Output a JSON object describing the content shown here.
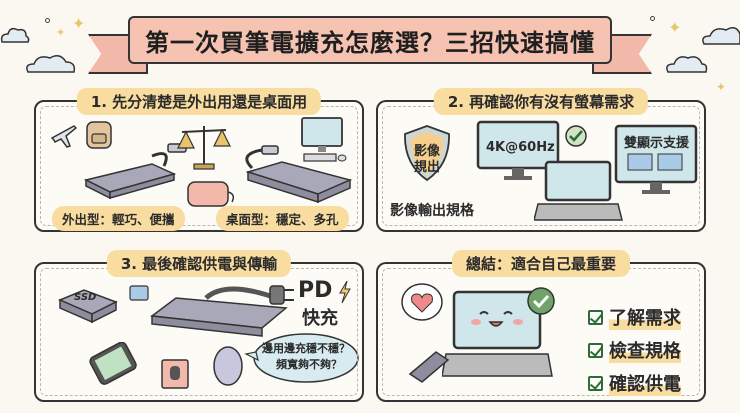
{
  "title": "第一次買筆電擴充怎麼選？三招快速搞懂",
  "panels": [
    {
      "title": "1. 先分清楚是外出用還是桌面用",
      "labels": {
        "portable": "外出型：輕巧、便攜",
        "desktop": "桌面型：穩定、多孔"
      },
      "icons": [
        "airplane-icon",
        "backpack-icon",
        "usb-hub-icon",
        "pouch-icon",
        "balance-scale-icon",
        "docking-station-icon",
        "desktop-computer-icon"
      ]
    },
    {
      "title": "2. 再確認你有沒有螢幕需求",
      "shield_text": [
        "影像",
        "規出"
      ],
      "video_output_label": "影像輸出規格",
      "monitor_text": "4K@60Hz",
      "dual_display_text": "雙顯示支援",
      "icons": [
        "shield-icon",
        "monitor-icon",
        "check-icon",
        "laptop-icon",
        "dual-monitor-icon"
      ]
    },
    {
      "title": "3. 最後確認供電與傳輸",
      "ssd_label": "SSD",
      "pd_label": "PD",
      "fast_charge_label": "快充",
      "bubble_lines": [
        "邊用邊充穩不穩？",
        "頻寬夠不夠？"
      ],
      "icons": [
        "ssd-icon",
        "document-icon",
        "usb-hub-icon",
        "plug-icon",
        "lightning-icon",
        "phone-icon",
        "webcam-icon",
        "mouse-icon"
      ]
    },
    {
      "title": "總結：適合自己最重要",
      "checklist": [
        "了解需求",
        "檢查規格",
        "確認供電"
      ],
      "icons": [
        "heart-bubble-icon",
        "happy-laptop-icon",
        "check-circle-icon",
        "usb-hub-icon"
      ]
    }
  ],
  "colors": {
    "background": "#fbf8f1",
    "banner": "#f6c3b3",
    "title_highlight": "#f8dca0",
    "check_green": "#2f6b3a",
    "screen_blue": "#cfe6ea",
    "device_gray": "#a9a8b8"
  }
}
